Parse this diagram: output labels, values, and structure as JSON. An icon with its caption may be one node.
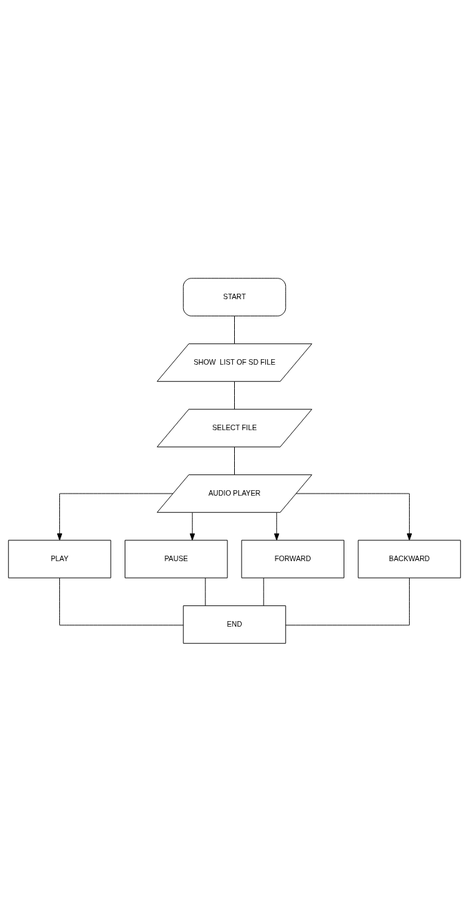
{
  "diagram": {
    "nodes": [
      {
        "text": [
          "START"
        ]
      },
      {
        "text": [
          "SHOW  LIST OF SD FILE"
        ]
      },
      {
        "text": [
          "SELECT FILE"
        ]
      },
      {
        "text": [
          "AUDIO PLAYER"
        ]
      },
      {
        "text": [
          "PLAY"
        ]
      },
      {
        "text": [
          "PAUSE"
        ]
      },
      {
        "text": [
          "FORWARD"
        ]
      },
      {
        "text": [
          "BACKWARD"
        ]
      },
      {
        "text": [
          "END"
        ]
      }
    ],
    "edges": [
      {
        "from": 0,
        "to": 1,
        "arrow": "none"
      },
      {
        "from": 1,
        "to": 2,
        "arrow": "none"
      },
      {
        "from": 2,
        "to": 3,
        "arrow": "none"
      },
      {
        "from": 3,
        "to": 4,
        "arrow": "to"
      },
      {
        "from": 3,
        "to": 5,
        "arrow": "to"
      },
      {
        "from": 3,
        "to": 6,
        "arrow": "to"
      },
      {
        "from": 3,
        "to": 7,
        "arrow": "to"
      },
      {
        "from": 4,
        "to": 8,
        "arrow": "none"
      },
      {
        "from": 5,
        "to": 8,
        "arrow": "none"
      },
      {
        "from": 6,
        "to": 8,
        "arrow": "none"
      },
      {
        "from": 7,
        "to": 8,
        "arrow": "none"
      }
    ]
  }
}
